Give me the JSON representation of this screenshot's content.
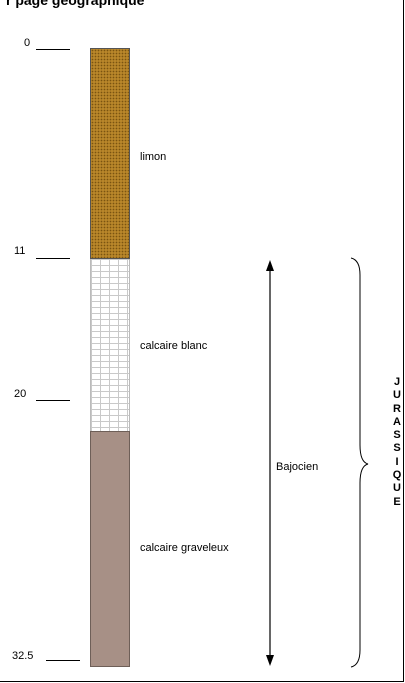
{
  "header": {
    "title": "r  page géographique"
  },
  "depth_scale": [
    {
      "label": "0",
      "depth": 0
    },
    {
      "label": "11",
      "depth": 11
    },
    {
      "label": "20",
      "depth": 20
    },
    {
      "label": "32.5",
      "depth": 32.5
    }
  ],
  "layers": [
    {
      "name": "limon",
      "top_depth": 0,
      "bottom_depth": 11,
      "color": "#b8862a"
    },
    {
      "name": "calcaire blanc",
      "top_depth": 11,
      "bottom_depth": 20,
      "color": "#ffffff"
    },
    {
      "name": "calcaire graveleux",
      "top_depth": 20,
      "bottom_depth": 32.5,
      "color": "#a79086"
    }
  ],
  "stage": {
    "label": "Bajocien",
    "top_depth": 11,
    "bottom_depth": 32.5
  },
  "period": {
    "label": "JURASSIQUE",
    "letters": [
      "J",
      "U",
      "R",
      "A",
      "S",
      "S",
      "I",
      "Q",
      "U",
      "E"
    ]
  }
}
